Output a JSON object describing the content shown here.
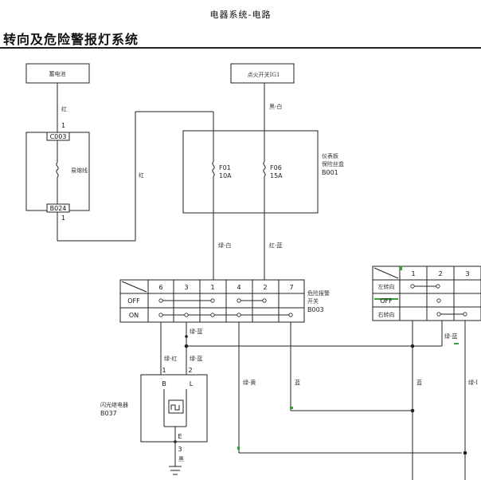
{
  "header": {
    "doc_title": "电器系统-电路",
    "section_title": "转向及危险警报灯系统"
  },
  "diagram": {
    "battery": "蓄电池",
    "ignition": "点火开关IG1",
    "fusible_link": {
      "label": "易熔线",
      "top_connector": "C003",
      "bottom_connector": "B024",
      "pin_top": "1",
      "pin_bottom": "1"
    },
    "fuse_box": {
      "label_line1": "仪表板",
      "label_line2": "保险丝盒",
      "code": "B001",
      "fuses": [
        {
          "name": "F01",
          "rating": "10A"
        },
        {
          "name": "F06",
          "rating": "15A"
        }
      ]
    },
    "wires": {
      "red1": "红",
      "red2": "红",
      "black_white": "黑-白",
      "green_white": "绿-白",
      "red_blue": "红-蓝",
      "green_blue1": "绿-蓝",
      "green_red": "绿-红",
      "green_blue2": "绿-蓝",
      "green_yellow": "绿-黄",
      "blue1": "蓝",
      "blue2": "蓝",
      "green_blue3": "绿-蓝",
      "green_right": "绿-I",
      "black": "黑"
    },
    "hazard_switch": {
      "label_line1": "危险报警",
      "label_line2": "开关",
      "code": "B003",
      "columns": [
        "6",
        "3",
        "1",
        "4",
        "2",
        "7"
      ],
      "rows": [
        "OFF",
        "ON"
      ]
    },
    "turn_switch": {
      "columns": [
        "1",
        "2",
        "3"
      ],
      "rows": [
        "左转向",
        "OFF",
        "右转向"
      ]
    },
    "flasher": {
      "label": "闪光继电器",
      "code": "B037",
      "pin1": "1",
      "pin2": "2",
      "pin3": "3",
      "term_b": "B",
      "term_l": "L",
      "term_e": "E"
    },
    "colors": {
      "green_mark": "#3c9a3c",
      "line": "#222222"
    }
  }
}
